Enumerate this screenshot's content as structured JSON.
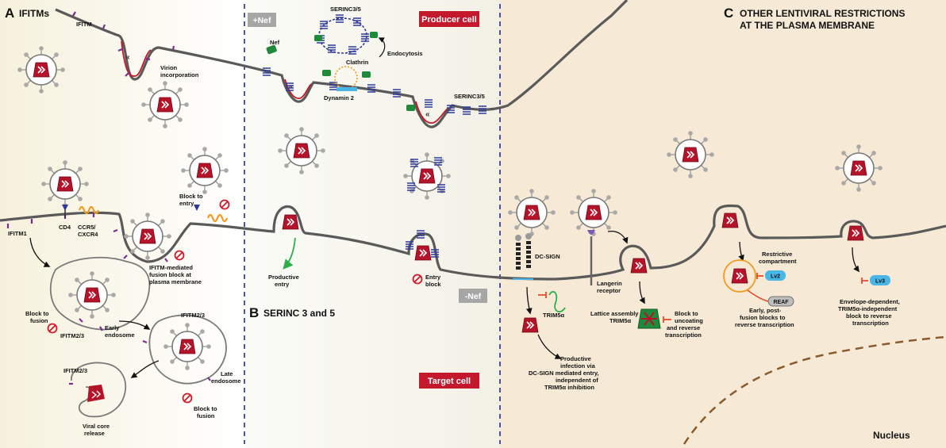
{
  "panels": {
    "a": {
      "letter": "A",
      "title": "IFITMs"
    },
    "b": {
      "letter": "B",
      "title": "SERINC 3 and 5"
    },
    "c": {
      "letter": "C",
      "title_line1": "OTHER LENTIVIRAL RESTRICTIONS",
      "title_line2": "AT THE PLASMA MEMBRANE"
    }
  },
  "tags": {
    "producer_cell": "Producer cell",
    "target_cell": "Target cell",
    "plus_nef": "+Nef",
    "minus_nef": "-Nef"
  },
  "labels": {
    "ifitm": "IFITM",
    "virion_incorporation": [
      "Virion",
      "incorporation"
    ],
    "nef": "Nef",
    "serinc35_top": "SERINC3/5",
    "endocytosis": "Endocytosis",
    "clathrin": "Clathrin",
    "dynamin2": "Dynamin 2",
    "serinc35_right": "SERINC3/5",
    "block_to_entry": [
      "Block to",
      "entry"
    ],
    "ifitm1": "IFITM1",
    "cd4": "CD4",
    "ccr5_cxcr4": [
      "CCR5/",
      "CXCR4"
    ],
    "ifitm_fusion_block": [
      "IFITM-mediated",
      "fusion block at",
      "plasma membrane"
    ],
    "productive_entry": [
      "Productive",
      "entry"
    ],
    "entry_block": [
      "Entry",
      "block"
    ],
    "block_to_fusion_1": [
      "Block to",
      "fusion"
    ],
    "ifitm23_a": "IFITM2/3",
    "early_endosome": [
      "Early",
      "endosome"
    ],
    "ifitm23_b": "IFITM2/3",
    "ifitm23_c": "IFITM2/3",
    "late_endosome": [
      "Late",
      "endosome"
    ],
    "block_to_fusion_2": [
      "Block to",
      "fusion"
    ],
    "viral_core_release": [
      "Viral core",
      "release"
    ],
    "dc_sign": "DC-SIGN",
    "trim5a": "TRIM5α",
    "dcsign_infection": [
      "Productive",
      "infection via",
      "DC-SIGN mediated entry,",
      "independent of",
      "TRIM5α inhibition"
    ],
    "langerin": [
      "Langerin",
      "receptor"
    ],
    "lattice_assembly": [
      "Lattice assembly",
      "TRIM5α"
    ],
    "block_to_uncoating": [
      "Block to",
      "uncoating",
      "and reverse",
      "transcription"
    ],
    "restrictive_compartment": [
      "Restrictive",
      "compartment"
    ],
    "lv2": "Lv2",
    "reaf": "REAF",
    "early_post_fusion": [
      "Early, post-",
      "fusion blocks to",
      "reverse transcription"
    ],
    "lv3": "Lv3",
    "envelope_dependent": [
      "Envelope-dependent,",
      "TRIM5α-independent",
      "block to reverse",
      "transcription"
    ],
    "nucleus": "Nucleus"
  },
  "colors": {
    "membrane": "#5a5a5a",
    "capsid": "#b5132a",
    "tag_red": "#c4182c",
    "tag_gray": "#a6a6a6",
    "ifitm_purple": "#7b2d8e",
    "serinc_blue": "#2d3a9b",
    "receptor_orange": "#f39a1e",
    "nef_green": "#1f8a3a",
    "lv_blue": "#49b6e6",
    "panel_c_bg": "#f5e8d3",
    "nucleus_dash": "#8a5a2b"
  }
}
